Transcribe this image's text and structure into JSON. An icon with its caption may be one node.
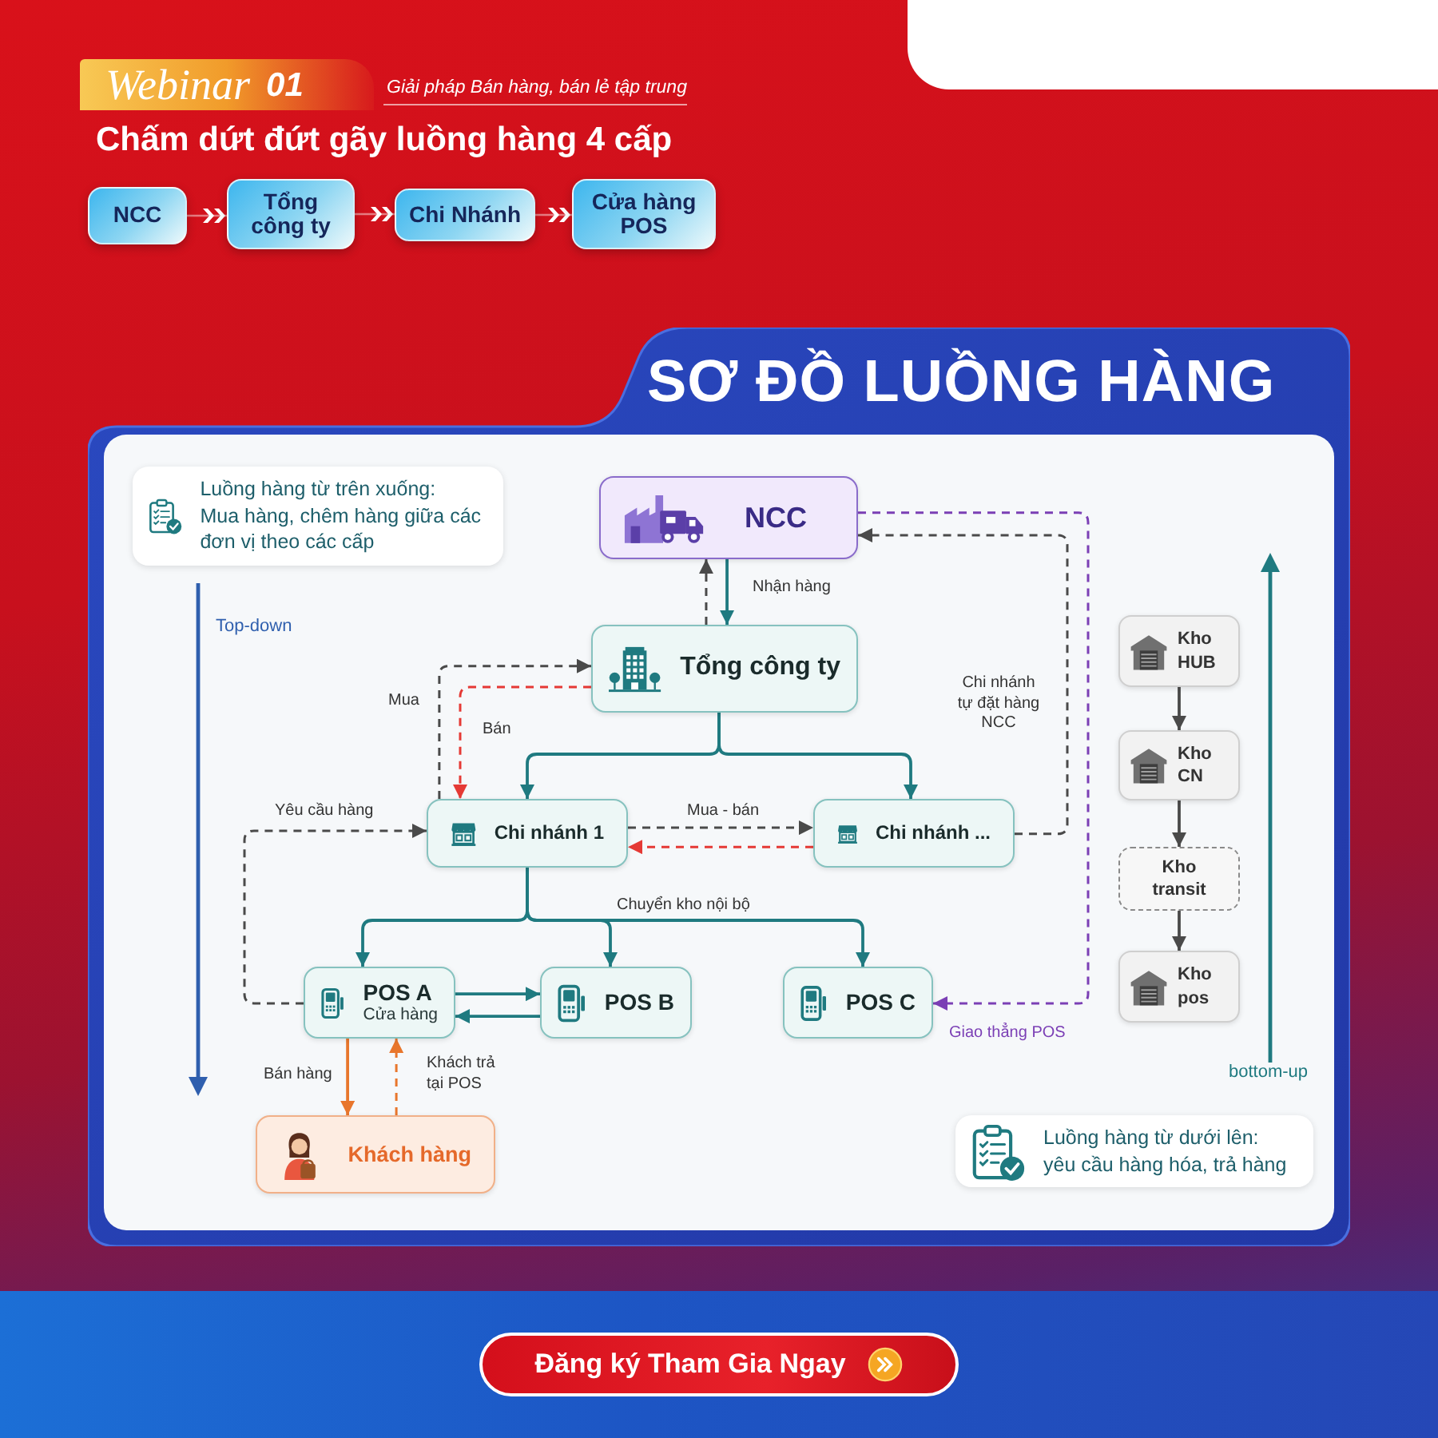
{
  "diagram": {
    "title": "Chấm dứt đứt gãy luồng hàng 4 cấp",
    "nodes": [
      {
        "text": [
          "NCC"
        ]
      },
      {
        "text": [
          "Tổng công ty"
        ]
      },
      {
        "text": [
          "Chi Nhánh"
        ]
      },
      {
        "text": [
          "Cửa hàng POS"
        ]
      },
      {
        "text": [
          "SƠ ĐỒ LUỒNG HÀNG"
        ]
      },
      {
        "text": [
          "Luồng hàng từ trên xuống:",
          "Mua hàng, chêm hàng giữa các đơn vị theo các cấp"
        ],
        "in": 4
      },
      {
        "text": [
          "NCC"
        ],
        "in": 4
      },
      {
        "text": [
          "Tổng công ty"
        ],
        "in": 4
      },
      {
        "text": [
          "Chi nhánh 1"
        ],
        "in": 4
      },
      {
        "text": [
          "Chi nhánh ..."
        ],
        "in": 4
      },
      {
        "text": [
          "Kho HUB"
        ],
        "in": 4
      },
      {
        "text": [
          "Kho CN"
        ],
        "in": 4
      },
      {
        "text": [
          "Kho transit"
        ],
        "in": 4
      },
      {
        "text": [
          "POS A",
          "Cửa hàng"
        ],
        "in": 4
      },
      {
        "text": [
          "POS B"
        ],
        "in": 4
      },
      {
        "text": [
          "POS C"
        ],
        "in": 4
      },
      {
        "text": [
          "Kho pos"
        ],
        "in": 4
      },
      {
        "text": [
          "Khách hàng"
        ],
        "in": 4
      },
      {
        "text": [
          "Luồng hàng từ dưới lên:",
          "yêu cầu hàng hóa, trả hàng"
        ],
        "in": 4
      }
    ],
    "edges": [
      {
        "from": 0,
        "to": 1,
        "arrow": "to",
        "color": "#ffffff"
      },
      {
        "from": 1,
        "to": 2,
        "arrow": "to",
        "color": "#ffffff"
      },
      {
        "from": 2,
        "to": 3,
        "arrow": "to",
        "color": "#ffffff"
      },
      {
        "from": 6,
        "to": 7,
        "arrow": "to",
        "label": "Nhận hàng"
      },
      {
        "from": 7,
        "to": 6,
        "arrow": "to",
        "style": "dashed",
        "color": "#4a4a4a"
      },
      {
        "from": 8,
        "to": 7,
        "arrow": "to",
        "label": "Mua",
        "style": "dashed",
        "color": "#4a4a4a"
      },
      {
        "from": 7,
        "to": 8,
        "arrow": "to",
        "label": "Bán",
        "style": "dashed",
        "color": "#e53935"
      },
      {
        "from": 7,
        "to": 8,
        "arrow": "to"
      },
      {
        "from": 7,
        "to": 9,
        "arrow": "to"
      },
      {
        "from": 8,
        "to": 9,
        "arrow": "to",
        "label": "Mua - bán",
        "style": "dashed",
        "color": "#4a4a4a"
      },
      {
        "from": 9,
        "to": 8,
        "arrow": "to",
        "style": "dashed",
        "color": "#e53935"
      },
      {
        "from": 9,
        "to": 6,
        "arrow": "to",
        "label": "Chi nhánh tự đặt hàng NCC",
        "style": "dashed",
        "color": "#4a4a4a"
      },
      {
        "from": 6,
        "to": 15,
        "arrow": "to",
        "label": "Giao thẳng POS",
        "style": "dashed",
        "color": "#7b3fb5"
      },
      {
        "from": 13,
        "to": 8,
        "arrow": "to",
        "label": "Yêu cầu hàng",
        "style": "dashed",
        "color": "#4a4a4a"
      },
      {
        "from": 8,
        "to": 13,
        "arrow": "to"
      },
      {
        "from": 8,
        "to": 14,
        "arrow": "to"
      },
      {
        "from": 8,
        "to": 15,
        "arrow": "to",
        "label": "Chuyển kho nội bộ"
      },
      {
        "from": 13,
        "to": 14,
        "arrow": "to"
      },
      {
        "from": 14,
        "to": 13,
        "arrow": "to"
      },
      {
        "from": 13,
        "to": 17,
        "arrow": "to",
        "label": "Bán hàng",
        "color": "#e8762c"
      },
      {
        "from": 17,
        "to": 13,
        "arrow": "to",
        "label": "Khách trả tại POS",
        "style": "dashed",
        "color": "#e8762c"
      },
      {
        "from": 10,
        "to": 11,
        "arrow": "to",
        "color": "#4a4a4a"
      },
      {
        "from": 11,
        "to": 12,
        "arrow": "to",
        "color": "#4a4a4a"
      },
      {
        "from": 12,
        "to": 16,
        "arrow": "to",
        "color": "#4a4a4a"
      }
    ],
    "labels": [
      "Webinar",
      "01",
      "Giải pháp Bán hàng, bán lẻ tập trung",
      "Top-down",
      "bottom-up",
      "Đăng ký Tham Gia Ngay"
    ]
  }
}
